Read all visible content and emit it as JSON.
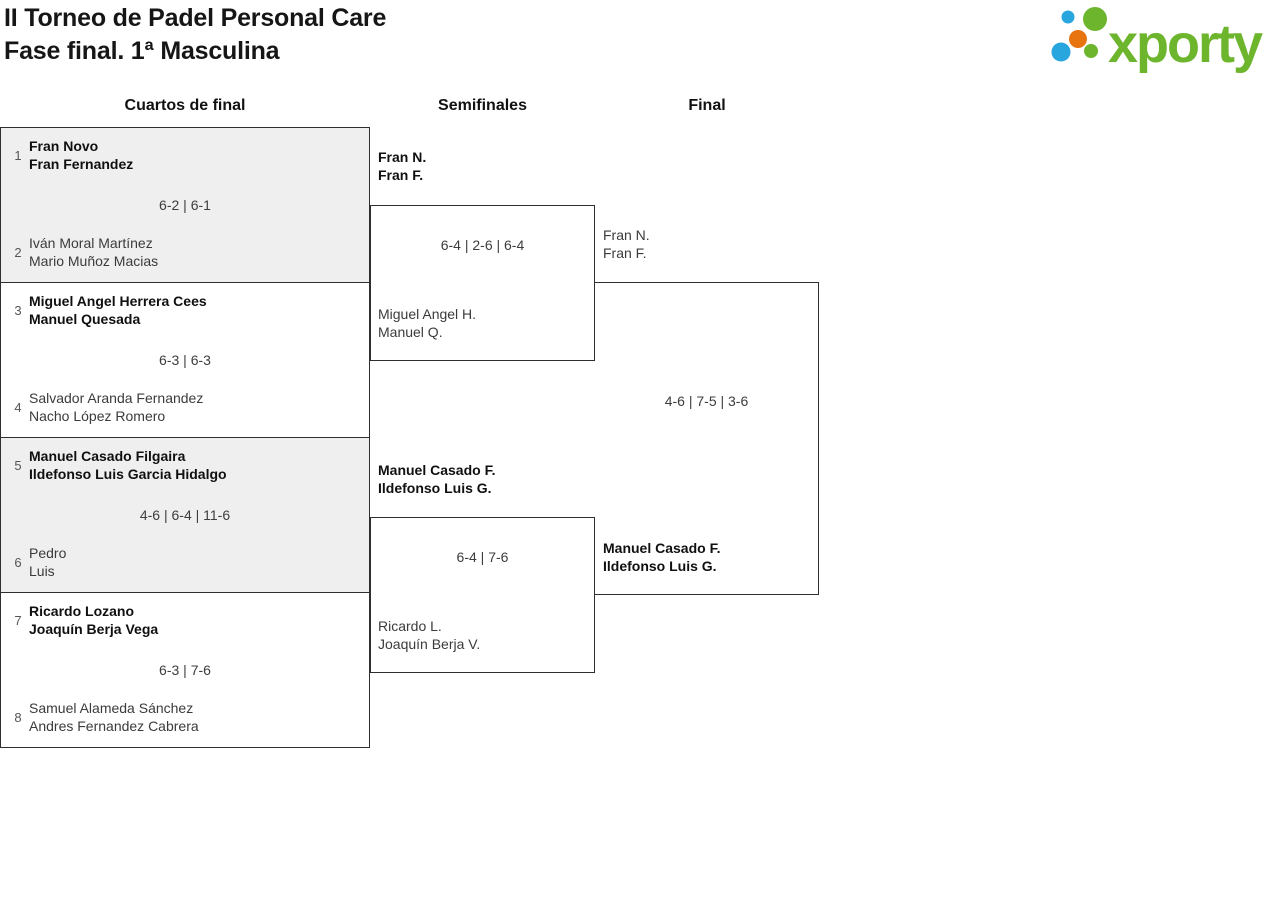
{
  "header": {
    "title_line1": "II Torneo de Padel Personal Care",
    "title_line2": "Fase final. 1ª Masculina"
  },
  "logo": {
    "text": "xporty",
    "colors": {
      "green": "#6cb52d",
      "blue": "#2aa6de",
      "orange": "#e87410"
    }
  },
  "columns": [
    {
      "label": "Cuartos de final"
    },
    {
      "label": "Semifinales"
    },
    {
      "label": "Final"
    }
  ],
  "rounds": {
    "quarterfinals": [
      {
        "seed_top": "1",
        "team_top": [
          "Fran Novo",
          "Fran Fernandez"
        ],
        "top_winner": true,
        "score": "6-2 | 6-1",
        "seed_bottom": "2",
        "team_bottom": [
          "Iván Moral Martínez",
          "Mario Muñoz Macias"
        ],
        "bottom_winner": false
      },
      {
        "seed_top": "3",
        "team_top": [
          "Miguel Angel Herrera Cees",
          "Manuel Quesada"
        ],
        "top_winner": true,
        "score": "6-3 | 6-3",
        "seed_bottom": "4",
        "team_bottom": [
          "Salvador Aranda Fernandez",
          "Nacho López Romero"
        ],
        "bottom_winner": false
      },
      {
        "seed_top": "5",
        "team_top": [
          "Manuel Casado Filgaira",
          "Ildefonso Luis Garcia Hidalgo"
        ],
        "top_winner": true,
        "score": "4-6 | 6-4 | 11-6",
        "seed_bottom": "6",
        "team_bottom": [
          "Pedro",
          "Luis"
        ],
        "bottom_winner": false
      },
      {
        "seed_top": "7",
        "team_top": [
          "Ricardo Lozano",
          "Joaquín Berja Vega"
        ],
        "top_winner": true,
        "score": "6-3 | 7-6",
        "seed_bottom": "8",
        "team_bottom": [
          "Samuel Alameda Sánchez",
          "Andres Fernandez Cabrera"
        ],
        "bottom_winner": false
      }
    ],
    "semifinals": [
      {
        "team_top": [
          "Fran N.",
          "Fran F."
        ],
        "top_winner": true,
        "score": "6-4 | 2-6 | 6-4",
        "team_bottom": [
          "Miguel Angel H.",
          "Manuel Q."
        ],
        "bottom_winner": false
      },
      {
        "team_top": [
          "Manuel Casado F.",
          "Ildefonso Luis G."
        ],
        "top_winner": true,
        "score": "6-4 | 7-6",
        "team_bottom": [
          "Ricardo L.",
          "Joaquín Berja V."
        ],
        "bottom_winner": false
      }
    ],
    "final": {
      "team_top": [
        "Fran N.",
        "Fran F."
      ],
      "top_winner": false,
      "score": "4-6 | 7-5 | 3-6",
      "team_bottom": [
        "Manuel Casado F.",
        "Ildefonso Luis G."
      ],
      "bottom_winner": true
    }
  }
}
